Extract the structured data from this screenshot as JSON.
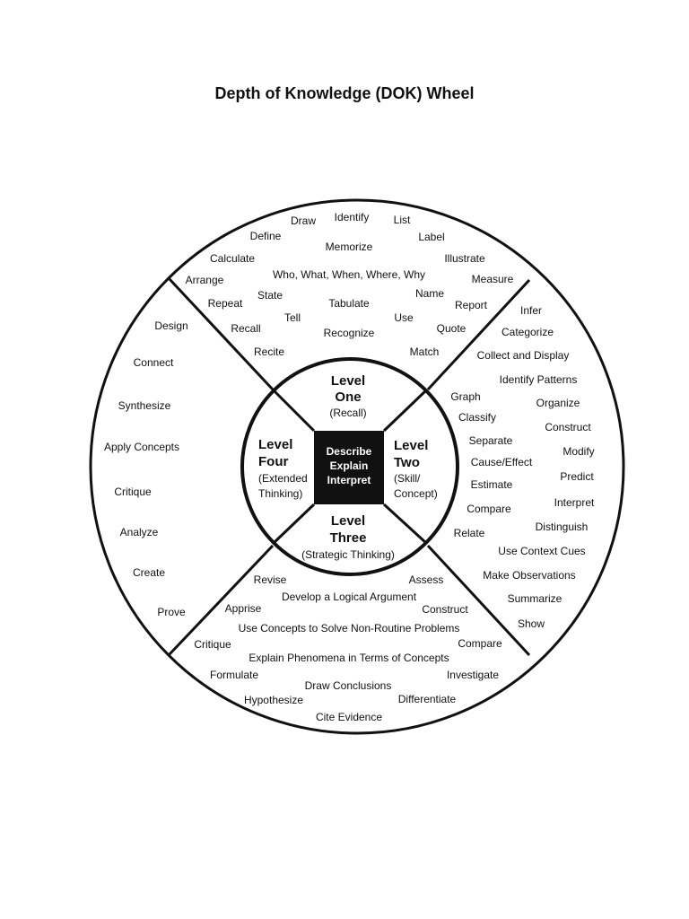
{
  "title": "Depth of Knowledge (DOK) Wheel",
  "center": [
    "Describe",
    "Explain",
    "Interpret"
  ],
  "levels": {
    "one": {
      "line1": "Level",
      "line2": "One",
      "sub": [
        "(Recall)"
      ]
    },
    "two": {
      "line1": "Level",
      "line2": "Two",
      "sub": [
        "(Skill/",
        "Concept)"
      ]
    },
    "three": {
      "line1": "Level",
      "line2": "Three",
      "sub": [
        "(Strategic Thinking)"
      ]
    },
    "four": {
      "line1": "Level",
      "line2": "Four",
      "sub": [
        "(Extended",
        "Thinking)"
      ]
    }
  },
  "verbs": {
    "level_one": [
      "Draw",
      "Identify",
      "List",
      "Define",
      "Label",
      "Memorize",
      "Calculate",
      "Illustrate",
      "Arrange",
      "Who, What, When, Where, Why",
      "Measure",
      "State",
      "Repeat",
      "Tabulate",
      "Name",
      "Report",
      "Tell",
      "Use",
      "Recall",
      "Quote",
      "Recognize",
      "Recite",
      "Match"
    ],
    "level_two": [
      "Infer",
      "Categorize",
      "Collect and Display",
      "Identify Patterns",
      "Graph",
      "Organize",
      "Classify",
      "Construct",
      "Separate",
      "Modify",
      "Cause/Effect",
      "Predict",
      "Estimate",
      "Interpret",
      "Compare",
      "Distinguish",
      "Relate",
      "Use Context Cues",
      "Make Observations",
      "Summarize",
      "Show"
    ],
    "level_three": [
      "Revise",
      "Assess",
      "Develop a Logical Argument",
      "Apprise",
      "Construct",
      "Use Concepts to Solve Non-Routine Problems",
      "Critique",
      "Compare",
      "Explain Phenomena in Terms of Concepts",
      "Formulate",
      "Investigate",
      "Draw Conclusions",
      "Hypothesize",
      "Differentiate",
      "Cite Evidence"
    ],
    "level_four": [
      "Design",
      "Connect",
      "Synthesize",
      "Apply Concepts",
      "Critique",
      "Analyze",
      "Create",
      "Prove"
    ]
  }
}
